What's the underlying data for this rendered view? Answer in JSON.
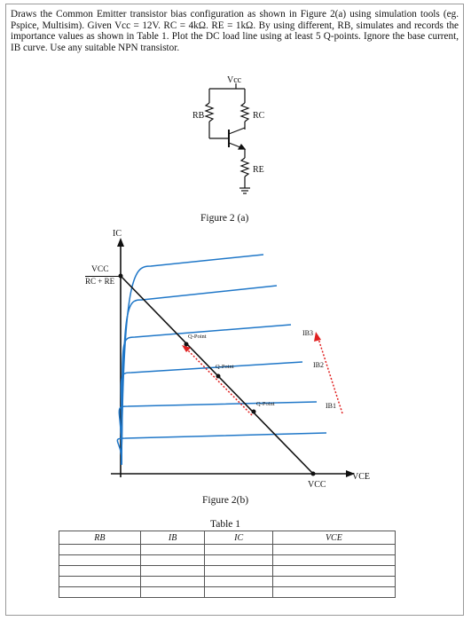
{
  "question": {
    "text": "Draws the Common Emitter transistor bias configuration as shown in Figure 2(a) using simulation tools (eg. Pspice, Multisim). Given Vcc = 12V. RC = 4kΩ. RE = 1kΩ. By using different, RB, simulates and records the importance values as shown in Table 1. Plot the DC load line using at least 5 Q-points. Ignore the base current, IB curve. Use any suitable NPN transistor."
  },
  "figure_a": {
    "vcc_label": "Vcc",
    "rb_label": "RB",
    "rc_label": "RC",
    "re_label": "RE",
    "caption": "Figure 2 (a)"
  },
  "figure_b": {
    "ic_axis_label": "IC",
    "vce_axis_label": "VCE",
    "ic_sat_numerator": "VCC",
    "ic_sat_denominator": "RC + RE",
    "vcc_label": "VCC",
    "ib_labels": [
      "IB3",
      "IB2",
      "IB1"
    ],
    "qpoint_labels": [
      "Q-Point",
      "Q-Point",
      "Q-Point"
    ],
    "caption": "Figure 2(b)",
    "curve_color": "#1f77c8",
    "qpoint_arrow_color": "#e02020"
  },
  "table": {
    "title": "Table 1",
    "headers": [
      "RB",
      "IB",
      "IC",
      "VCE"
    ],
    "row_count": 5
  }
}
